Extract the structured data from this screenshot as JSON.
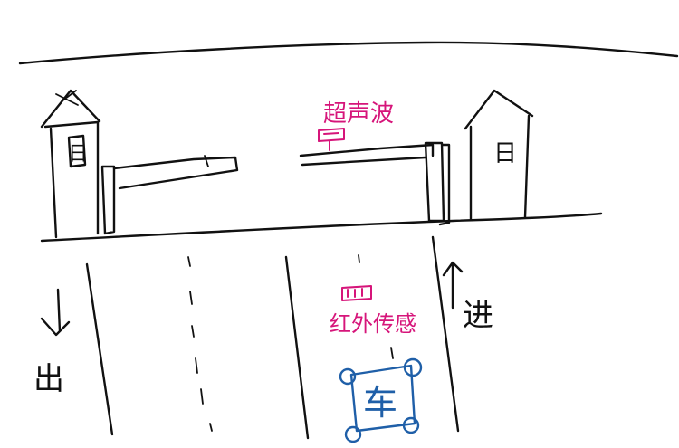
{
  "labels": {
    "ultrasonic_sensor": "超声波",
    "infrared_sensor": "红外传感",
    "exit": "出",
    "enter": "进",
    "car": "车",
    "left_booth_glyph": "日",
    "right_booth_glyph": "日"
  },
  "colors": {
    "ink": "#111111",
    "sensor_ink": "#d6157a",
    "car_ink": "#1f5fa8"
  }
}
